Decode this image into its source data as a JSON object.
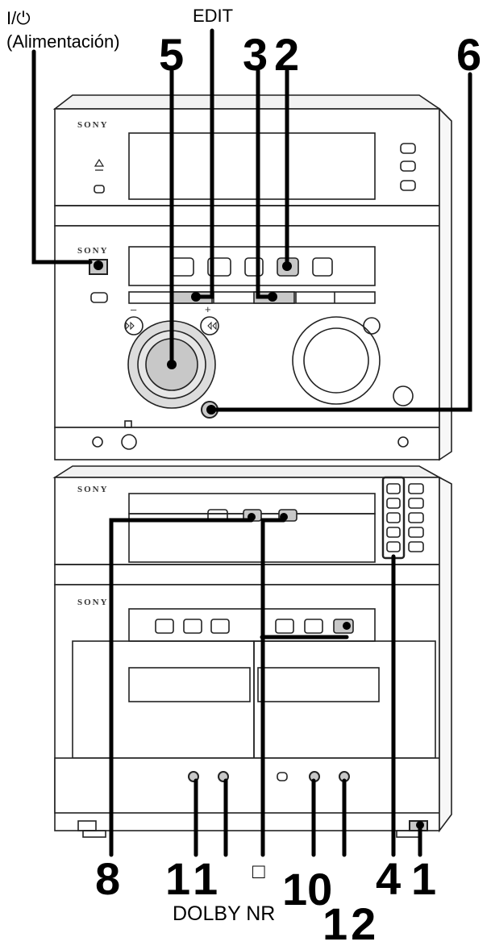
{
  "labels": {
    "power_symbol": "I/⏻",
    "power_caption": "(Alimentación)",
    "edit": "EDIT",
    "dolby_nr": "DOLBY NR",
    "stop_symbol": "□"
  },
  "callouts": [
    "5",
    "3",
    "2",
    "6",
    "8",
    "11",
    "10",
    "4",
    "1",
    "12"
  ],
  "device": {
    "brand": "SONY",
    "minus": "–",
    "plus": "+"
  },
  "colors": {
    "line": "#000000",
    "panel": "#ffffff",
    "stroke": "#222222",
    "highlight": "#c8c8c8",
    "shade": "#e6e6e6"
  }
}
